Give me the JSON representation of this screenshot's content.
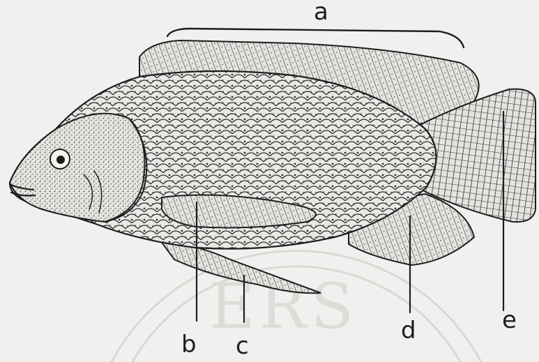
{
  "diagram": {
    "labels": {
      "a": "a",
      "b": "b",
      "c": "c",
      "d": "d",
      "e": "e"
    }
  }
}
